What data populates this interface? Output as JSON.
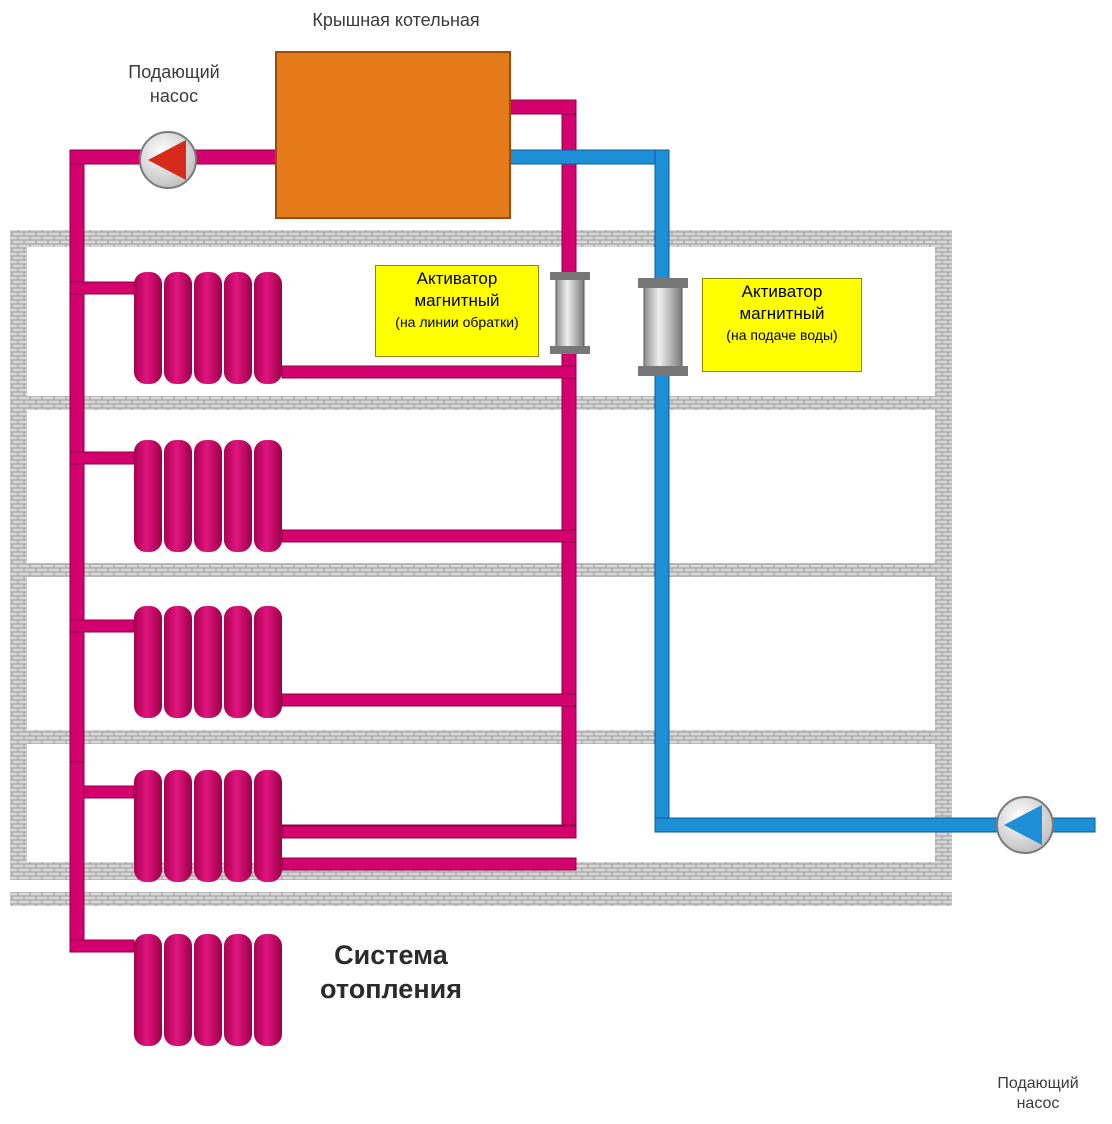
{
  "boiler": {
    "label": "Крышная котельная"
  },
  "pump_top": {
    "label_line1": "Подающий",
    "label_line2": "насос"
  },
  "pump_bottom": {
    "label_line1": "Подающий",
    "label_line2": "насос"
  },
  "activator_return": {
    "line1": "Активатор",
    "line2": "магнитный",
    "line3": "(на линии обратки)"
  },
  "activator_supply": {
    "line1": "Активатор",
    "line2": "магнитный",
    "line3": "(на подаче воды)"
  },
  "system": {
    "line1": "Система",
    "line2": "отопления"
  },
  "colors": {
    "hot_pipe": "#d4006e",
    "cold_pipe": "#1c8fd6",
    "boiler": "#e47a1a",
    "note_bg": "#ffff00",
    "wall": "#b0b0b0"
  },
  "floors_count": "5"
}
